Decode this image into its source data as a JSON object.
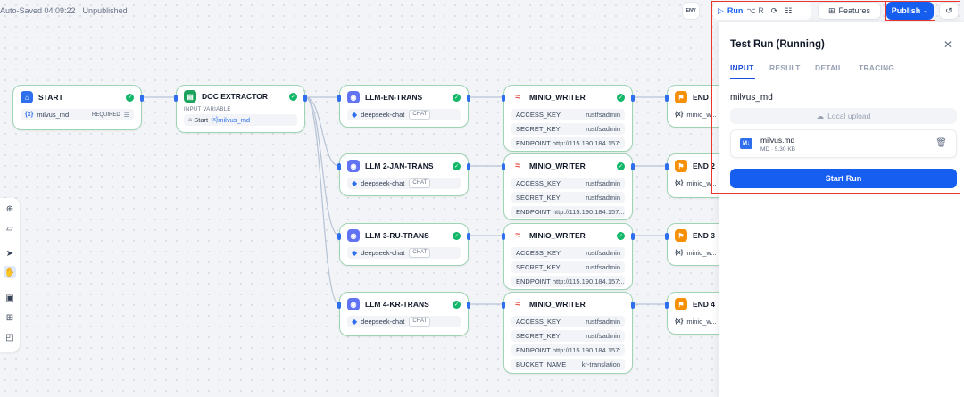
{
  "header": {
    "autosave_text": "Auto-Saved 04:09:22 · Unpublished",
    "env_label": "ENV",
    "run_label": "Run",
    "run_shortcut": "⌥ R",
    "features_label": "Features",
    "publish_label": "Publish"
  },
  "nodes": {
    "start": {
      "title": "START",
      "var": "milvus_md",
      "required": "REQUIRED"
    },
    "doc_extractor": {
      "title": "DOC EXTRACTOR",
      "input_label": "INPUT VARIABLE",
      "source": "Start",
      "var": "milvus_md"
    },
    "llms": [
      {
        "title": "LLM-EN-TRANS",
        "model": "deepseek-chat",
        "mode": "CHAT"
      },
      {
        "title": "LLM 2-JAN-TRANS",
        "model": "deepseek-chat",
        "mode": "CHAT"
      },
      {
        "title": "LLM 3-RU-TRANS",
        "model": "deepseek-chat",
        "mode": "CHAT"
      },
      {
        "title": "LLM 4-KR-TRANS",
        "model": "deepseek-chat",
        "mode": "CHAT"
      }
    ],
    "writers": [
      {
        "title": "MINIO_WRITER",
        "fields": [
          {
            "key": "ACCESS_KEY",
            "value": "rustfsadmin"
          },
          {
            "key": "SECRET_KEY",
            "value": "rustfsadmin"
          },
          {
            "key": "ENDPOINT",
            "value": "http://115.190.184.157:..."
          }
        ]
      },
      {
        "title": "MINIO_WRITER",
        "fields": [
          {
            "key": "ACCESS_KEY",
            "value": "rustfsadmin"
          },
          {
            "key": "SECRET_KEY",
            "value": "rustfsadmin"
          },
          {
            "key": "ENDPOINT",
            "value": "http://115.190.184.157:..."
          }
        ]
      },
      {
        "title": "MINIO_WRITER",
        "fields": [
          {
            "key": "ACCESS_KEY",
            "value": "rustfsadmin"
          },
          {
            "key": "SECRET_KEY",
            "value": "rustfsadmin"
          },
          {
            "key": "ENDPOINT",
            "value": "http://115.190.184.157:..."
          }
        ]
      },
      {
        "title": "MINIO_WRITER",
        "fields": [
          {
            "key": "ACCESS_KEY",
            "value": "rustfsadmin"
          },
          {
            "key": "SECRET_KEY",
            "value": "rustfsadmin"
          },
          {
            "key": "ENDPOINT",
            "value": "http://115.190.184.157:..."
          },
          {
            "key": "BUCKET_NAME",
            "value": "kr-translation"
          }
        ]
      }
    ],
    "ends": [
      {
        "title": "END",
        "var": "minio_w..."
      },
      {
        "title": "END 2",
        "var": "minio_w..."
      },
      {
        "title": "END 3",
        "var": "minio_w..."
      },
      {
        "title": "END 4",
        "var": "minio_w..."
      }
    ]
  },
  "test_run": {
    "title": "Test Run (Running)",
    "tabs": [
      "INPUT",
      "RESULT",
      "DETAIL",
      "TRACING"
    ],
    "active_tab": "INPUT",
    "variable_label": "milvus_md",
    "upload_label": "Local upload",
    "file": {
      "badge": "M↓",
      "name": "milvus.md",
      "meta": "MD · 5.30 KB"
    },
    "start_button": "Start Run"
  },
  "colors": {
    "accent": "#155eef",
    "node_border": "#9ed3b4",
    "success": "#12b76a",
    "highlight": "#e9352b"
  }
}
